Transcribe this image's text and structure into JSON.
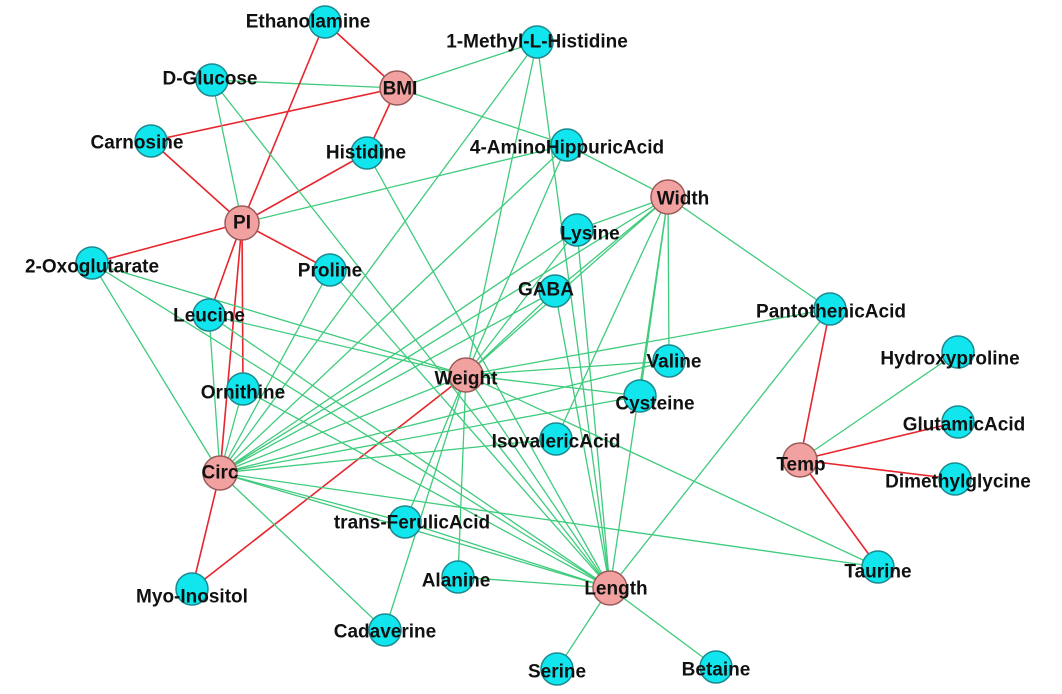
{
  "colors": {
    "metabolite_fill": "#11E6EE",
    "metabolite_stroke": "#1a8a90",
    "trait_fill": "#F1A2A0",
    "trait_stroke": "#9a5a58",
    "positive_edge": "#3ecb7c",
    "negative_edge": "#e8242c",
    "background": "#ffffff"
  },
  "nodes": [
    {
      "id": "ethanolamine",
      "label": "Ethanolamine",
      "kind": "metabolite"
    },
    {
      "id": "methylhistidine",
      "label": "1-Methyl-L-Histidine",
      "kind": "metabolite"
    },
    {
      "id": "dglucose",
      "label": "D-Glucose",
      "kind": "metabolite"
    },
    {
      "id": "bmi",
      "label": "BMI",
      "kind": "trait"
    },
    {
      "id": "carnosine",
      "label": "Carnosine",
      "kind": "metabolite"
    },
    {
      "id": "histidine",
      "label": "Histidine",
      "kind": "metabolite"
    },
    {
      "id": "aminohippuric",
      "label": "4-AminoHippuricAcid",
      "kind": "metabolite"
    },
    {
      "id": "width",
      "label": "Width",
      "kind": "trait"
    },
    {
      "id": "pi",
      "label": "PI",
      "kind": "trait"
    },
    {
      "id": "lysine",
      "label": "Lysine",
      "kind": "metabolite"
    },
    {
      "id": "oxoglutarate",
      "label": "2-Oxoglutarate",
      "kind": "metabolite"
    },
    {
      "id": "proline",
      "label": "Proline",
      "kind": "metabolite"
    },
    {
      "id": "gaba",
      "label": "GABA",
      "kind": "metabolite"
    },
    {
      "id": "leucine",
      "label": "Leucine",
      "kind": "metabolite"
    },
    {
      "id": "pantothenic",
      "label": "PantothenicAcid",
      "kind": "metabolite"
    },
    {
      "id": "hydroxyproline",
      "label": "Hydroxyproline",
      "kind": "metabolite"
    },
    {
      "id": "valine",
      "label": "Valine",
      "kind": "metabolite"
    },
    {
      "id": "weight",
      "label": "Weight",
      "kind": "trait"
    },
    {
      "id": "ornithine",
      "label": "Ornithine",
      "kind": "metabolite"
    },
    {
      "id": "cysteine",
      "label": "Cysteine",
      "kind": "metabolite"
    },
    {
      "id": "glutamic",
      "label": "GlutamicAcid",
      "kind": "metabolite"
    },
    {
      "id": "isovaleric",
      "label": "IsovalericAcid",
      "kind": "metabolite"
    },
    {
      "id": "temp",
      "label": "Temp",
      "kind": "trait"
    },
    {
      "id": "circ",
      "label": "Circ",
      "kind": "trait"
    },
    {
      "id": "dimethylglycine",
      "label": "Dimethylglycine",
      "kind": "metabolite"
    },
    {
      "id": "ferulic",
      "label": "trans-FerulicAcid",
      "kind": "metabolite"
    },
    {
      "id": "alanine",
      "label": "Alanine",
      "kind": "metabolite"
    },
    {
      "id": "length",
      "label": "Length",
      "kind": "trait"
    },
    {
      "id": "taurine",
      "label": "Taurine",
      "kind": "metabolite"
    },
    {
      "id": "myoinositol",
      "label": "Myo-Inositol",
      "kind": "metabolite"
    },
    {
      "id": "cadaverine",
      "label": "Cadaverine",
      "kind": "metabolite"
    },
    {
      "id": "serine",
      "label": "Serine",
      "kind": "metabolite"
    },
    {
      "id": "betaine",
      "label": "Betaine",
      "kind": "metabolite"
    }
  ],
  "edges": [
    {
      "source": "bmi",
      "target": "ethanolamine",
      "type": "negative"
    },
    {
      "source": "bmi",
      "target": "carnosine",
      "type": "negative"
    },
    {
      "source": "bmi",
      "target": "histidine",
      "type": "negative"
    },
    {
      "source": "bmi",
      "target": "dglucose",
      "type": "positive"
    },
    {
      "source": "bmi",
      "target": "methylhistidine",
      "type": "positive"
    },
    {
      "source": "bmi",
      "target": "aminohippuric",
      "type": "positive"
    },
    {
      "source": "pi",
      "target": "ethanolamine",
      "type": "negative"
    },
    {
      "source": "pi",
      "target": "carnosine",
      "type": "negative"
    },
    {
      "source": "pi",
      "target": "histidine",
      "type": "negative"
    },
    {
      "source": "pi",
      "target": "oxoglutarate",
      "type": "negative"
    },
    {
      "source": "pi",
      "target": "proline",
      "type": "negative"
    },
    {
      "source": "pi",
      "target": "leucine",
      "type": "negative"
    },
    {
      "source": "pi",
      "target": "ornithine",
      "type": "negative"
    },
    {
      "source": "pi",
      "target": "circ",
      "type": "negative"
    },
    {
      "source": "pi",
      "target": "dglucose",
      "type": "positive"
    },
    {
      "source": "pi",
      "target": "aminohippuric",
      "type": "positive"
    },
    {
      "source": "width",
      "target": "aminohippuric",
      "type": "positive"
    },
    {
      "source": "width",
      "target": "lysine",
      "type": "positive"
    },
    {
      "source": "width",
      "target": "gaba",
      "type": "positive"
    },
    {
      "source": "width",
      "target": "valine",
      "type": "positive"
    },
    {
      "source": "width",
      "target": "cysteine",
      "type": "positive"
    },
    {
      "source": "width",
      "target": "isovaleric",
      "type": "positive"
    },
    {
      "source": "width",
      "target": "length",
      "type": "positive"
    },
    {
      "source": "width",
      "target": "pantothenic",
      "type": "positive"
    },
    {
      "source": "width",
      "target": "weight",
      "type": "positive"
    },
    {
      "source": "width",
      "target": "circ",
      "type": "positive"
    },
    {
      "source": "weight",
      "target": "methylhistidine",
      "type": "positive"
    },
    {
      "source": "weight",
      "target": "aminohippuric",
      "type": "positive"
    },
    {
      "source": "weight",
      "target": "lysine",
      "type": "positive"
    },
    {
      "source": "weight",
      "target": "gaba",
      "type": "positive"
    },
    {
      "source": "weight",
      "target": "oxoglutarate",
      "type": "positive"
    },
    {
      "source": "weight",
      "target": "leucine",
      "type": "positive"
    },
    {
      "source": "weight",
      "target": "pantothenic",
      "type": "positive"
    },
    {
      "source": "weight",
      "target": "valine",
      "type": "positive"
    },
    {
      "source": "weight",
      "target": "cysteine",
      "type": "positive"
    },
    {
      "source": "weight",
      "target": "ferulic",
      "type": "positive"
    },
    {
      "source": "weight",
      "target": "alanine",
      "type": "positive"
    },
    {
      "source": "weight",
      "target": "cadaverine",
      "type": "positive"
    },
    {
      "source": "weight",
      "target": "length",
      "type": "positive"
    },
    {
      "source": "weight",
      "target": "taurine",
      "type": "positive"
    },
    {
      "source": "weight",
      "target": "circ",
      "type": "positive"
    },
    {
      "source": "weight",
      "target": "myoinositol",
      "type": "negative"
    },
    {
      "source": "circ",
      "target": "methylhistidine",
      "type": "positive"
    },
    {
      "source": "circ",
      "target": "aminohippuric",
      "type": "positive"
    },
    {
      "source": "circ",
      "target": "lysine",
      "type": "positive"
    },
    {
      "source": "circ",
      "target": "gaba",
      "type": "positive"
    },
    {
      "source": "circ",
      "target": "oxoglutarate",
      "type": "positive"
    },
    {
      "source": "circ",
      "target": "leucine",
      "type": "positive"
    },
    {
      "source": "circ",
      "target": "proline",
      "type": "positive"
    },
    {
      "source": "circ",
      "target": "ornithine",
      "type": "positive"
    },
    {
      "source": "circ",
      "target": "valine",
      "type": "positive"
    },
    {
      "source": "circ",
      "target": "cysteine",
      "type": "positive"
    },
    {
      "source": "circ",
      "target": "isovaleric",
      "type": "positive"
    },
    {
      "source": "circ",
      "target": "ferulic",
      "type": "positive"
    },
    {
      "source": "circ",
      "target": "cadaverine",
      "type": "positive"
    },
    {
      "source": "circ",
      "target": "length",
      "type": "positive"
    },
    {
      "source": "circ",
      "target": "taurine",
      "type": "positive"
    },
    {
      "source": "circ",
      "target": "myoinositol",
      "type": "negative"
    },
    {
      "source": "length",
      "target": "methylhistidine",
      "type": "positive"
    },
    {
      "source": "length",
      "target": "dglucose",
      "type": "positive"
    },
    {
      "source": "length",
      "target": "histidine",
      "type": "positive"
    },
    {
      "source": "length",
      "target": "lysine",
      "type": "positive"
    },
    {
      "source": "length",
      "target": "gaba",
      "type": "positive"
    },
    {
      "source": "length",
      "target": "oxoglutarate",
      "type": "positive"
    },
    {
      "source": "length",
      "target": "leucine",
      "type": "positive"
    },
    {
      "source": "length",
      "target": "proline",
      "type": "positive"
    },
    {
      "source": "length",
      "target": "ornithine",
      "type": "positive"
    },
    {
      "source": "length",
      "target": "pantothenic",
      "type": "positive"
    },
    {
      "source": "length",
      "target": "ferulic",
      "type": "positive"
    },
    {
      "source": "length",
      "target": "alanine",
      "type": "positive"
    },
    {
      "source": "length",
      "target": "serine",
      "type": "positive"
    },
    {
      "source": "length",
      "target": "betaine",
      "type": "positive"
    },
    {
      "source": "temp",
      "target": "pantothenic",
      "type": "negative"
    },
    {
      "source": "temp",
      "target": "glutamic",
      "type": "negative"
    },
    {
      "source": "temp",
      "target": "dimethylglycine",
      "type": "negative"
    },
    {
      "source": "temp",
      "target": "taurine",
      "type": "negative"
    },
    {
      "source": "temp",
      "target": "hydroxyproline",
      "type": "positive"
    }
  ]
}
